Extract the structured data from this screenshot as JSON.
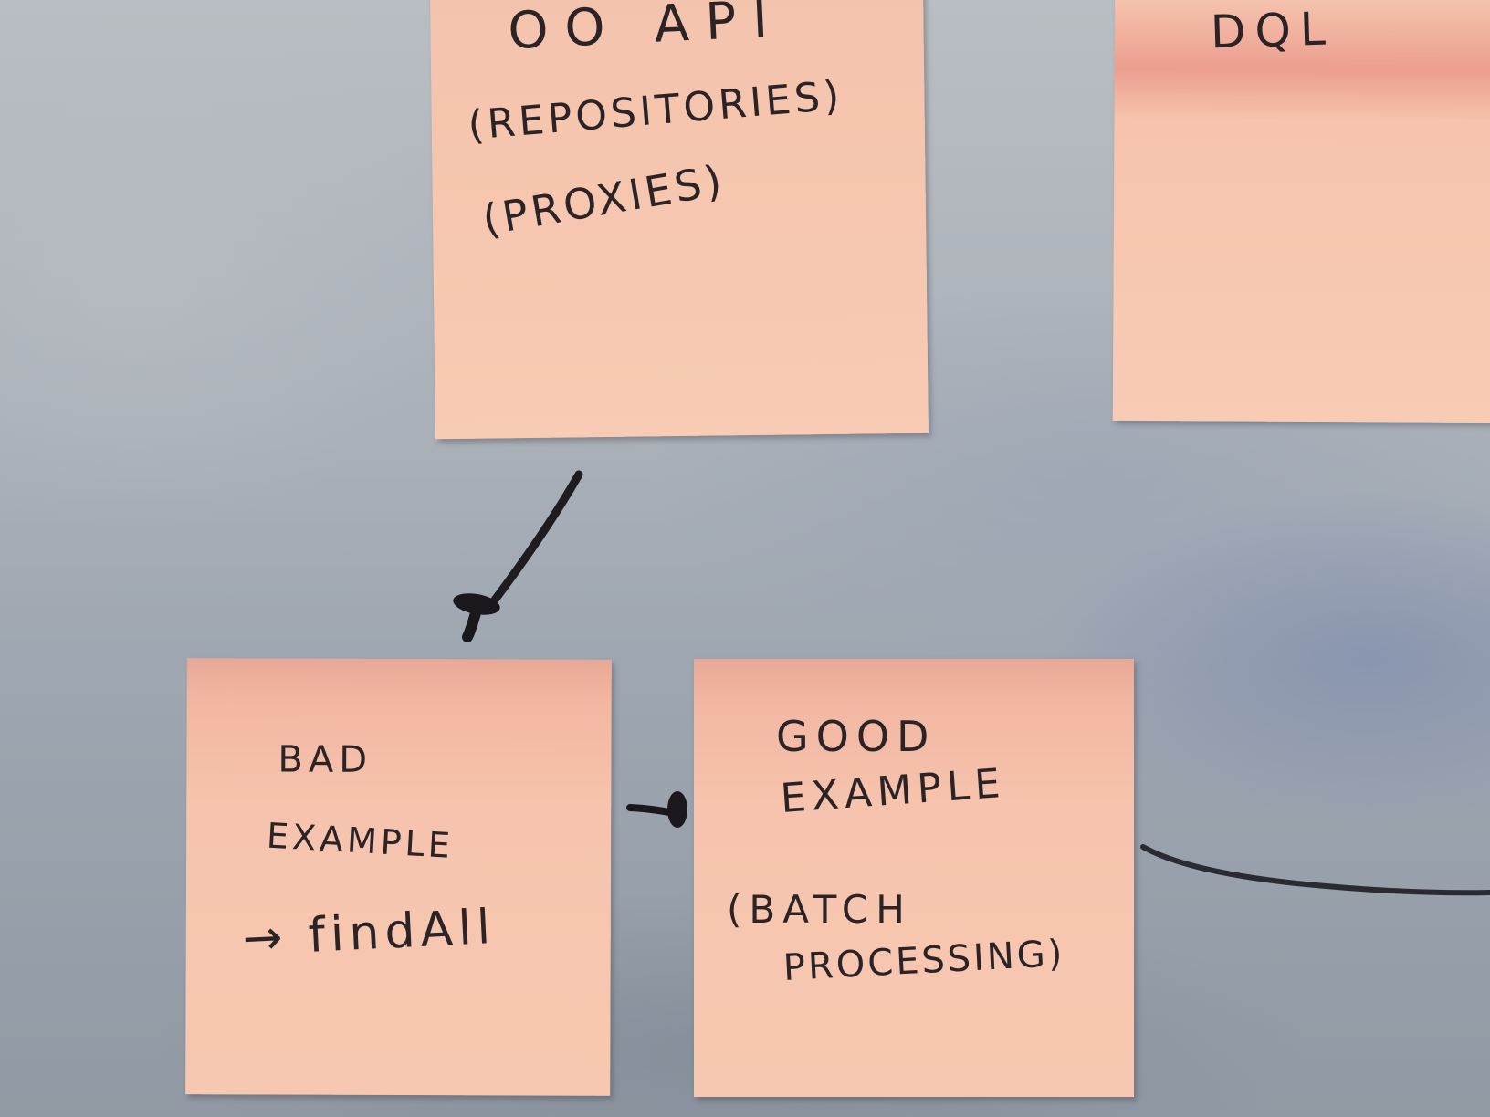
{
  "notes": {
    "oo_api": {
      "line1": "OO   API",
      "line2": "(REPOSITORIES)",
      "line3": "(PROXIES)"
    },
    "dql": {
      "line1": "DQL"
    },
    "bad_example": {
      "line1": "BAD",
      "line2": "EXAMPLE",
      "line3": "→ findAll"
    },
    "good_example": {
      "line1": "GOOD",
      "line2": "EXAMPLE",
      "line3": "(BATCH",
      "line4": "PROCESSING)"
    }
  },
  "colors": {
    "board": "#a3aab3",
    "note": "#f7c8b1",
    "ink": "#2b2326"
  }
}
